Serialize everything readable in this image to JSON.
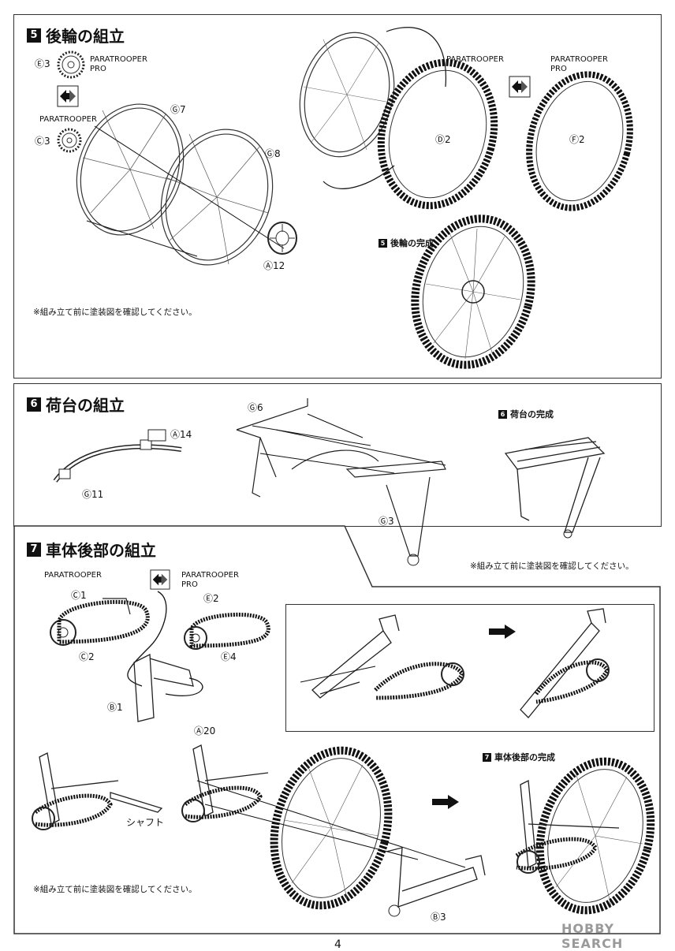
{
  "step5": {
    "num": "5",
    "title": "後輪の組立",
    "variant_pro": "PARATROOPER\nPRO",
    "variant_std": "PARATROOPER",
    "parts": {
      "e3": "Ⓔ3",
      "c3": "Ⓒ3",
      "g7": "Ⓖ7",
      "g8": "Ⓖ8",
      "a12": "Ⓐ12",
      "d2": "Ⓓ2",
      "f2": "Ⓕ2"
    },
    "tire_std_label": "PARATROOPER",
    "tire_pro_label": "PARATROOPER\nPRO",
    "complete_num": "5",
    "complete_label": "後輪の完成",
    "note": "※組み立て前に塗装図を確認してください。"
  },
  "step6": {
    "num": "6",
    "title": "荷台の組立",
    "parts": {
      "a14": "Ⓐ14",
      "g11": "Ⓖ11",
      "g6": "Ⓖ6",
      "g3": "Ⓖ3"
    },
    "complete_num": "6",
    "complete_label": "荷台の完成",
    "note": "※組み立て前に塗装図を確認してください。"
  },
  "step7": {
    "num": "7",
    "title": "車体後部の組立",
    "variant_std": "PARATROOPER",
    "variant_pro": "PARATROOPER\nPRO",
    "parts": {
      "c1": "Ⓒ1",
      "c2": "Ⓒ2",
      "e2": "Ⓔ2",
      "e4": "Ⓔ4",
      "b1": "Ⓑ1",
      "a20": "Ⓐ20",
      "b3": "Ⓑ3"
    },
    "shaft_label": "シャフト",
    "complete_num": "7",
    "complete_label": "車体後部の完成",
    "note": "※組み立て前に塗装図を確認してください。"
  },
  "footer": {
    "page": "4",
    "watermark": "HOBBY SEARCH"
  }
}
